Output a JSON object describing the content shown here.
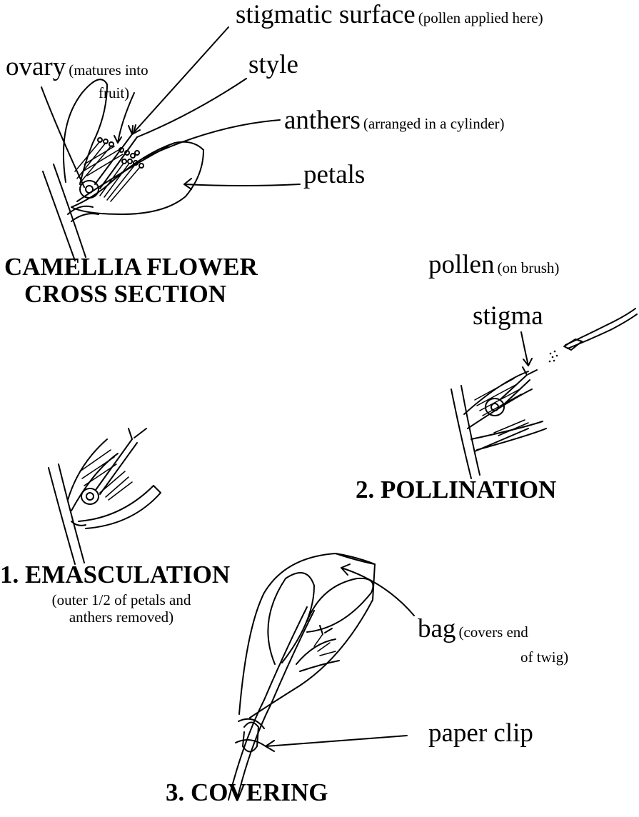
{
  "labels": {
    "stigmatic_surface": {
      "main": "stigmatic surface",
      "note": "(pollen applied here)"
    },
    "ovary": {
      "main": "ovary",
      "note": "(matures into",
      "note2": "fruit)"
    },
    "style": {
      "main": "style"
    },
    "anthers": {
      "main": "anthers",
      "note": "(arranged in a cylinder)"
    },
    "petals": {
      "main": "petals"
    },
    "pollen": {
      "main": "pollen",
      "note": "(on brush)"
    },
    "stigma": {
      "main": "stigma"
    },
    "bag": {
      "main": "bag",
      "note": "(covers end",
      "note2": "of twig)"
    },
    "paper_clip": {
      "main": "paper clip"
    }
  },
  "titles": {
    "cross_section_line1": "CAMELLIA FLOWER",
    "cross_section_line2": "CROSS SECTION",
    "pollination": "2. POLLINATION",
    "emasculation": "1. EMASCULATION",
    "emasculation_note_line1": "(outer 1/2 of petals and",
    "emasculation_note_line2": "anthers removed)",
    "covering": "3. COVERING"
  }
}
